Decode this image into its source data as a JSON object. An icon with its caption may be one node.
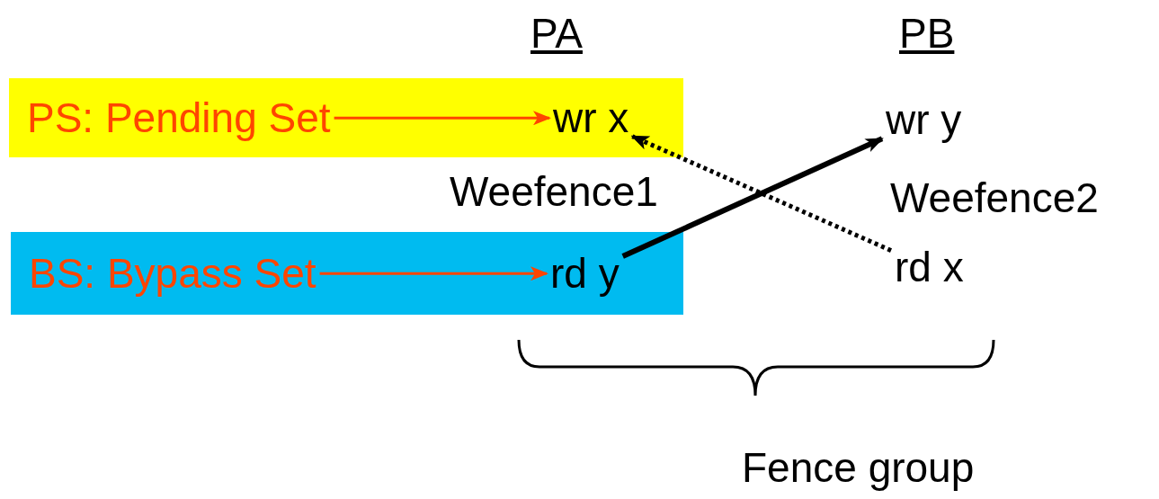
{
  "diagram": {
    "nodes": [
      {
        "text": [],
        "shape": "box"
      },
      {
        "text": [
          "PS: Pending Set"
        ],
        "in": 0
      },
      {
        "text": [
          "wr x"
        ],
        "in": 0
      },
      {
        "text": [],
        "shape": "box"
      },
      {
        "text": [
          "BS: Bypass Set"
        ],
        "in": 3
      },
      {
        "text": [
          "rd y"
        ],
        "in": 3
      },
      {
        "text": [
          "wr y"
        ]
      },
      {
        "text": [
          "rd x"
        ]
      }
    ],
    "edges": [
      {
        "from": 1,
        "to": 2,
        "arrow": "to",
        "color": "#ff4500"
      },
      {
        "from": 4,
        "to": 5,
        "arrow": "to",
        "color": "#ff4500"
      },
      {
        "from": 5,
        "to": 6,
        "arrow": "to",
        "style": "thick",
        "color": "#000000"
      },
      {
        "from": 7,
        "to": 2,
        "arrow": "to",
        "style": "dashed",
        "color": "#000000"
      }
    ],
    "labels": [
      "PA",
      "PB",
      "Weefence1",
      "Weefence2",
      "Fence group"
    ]
  }
}
